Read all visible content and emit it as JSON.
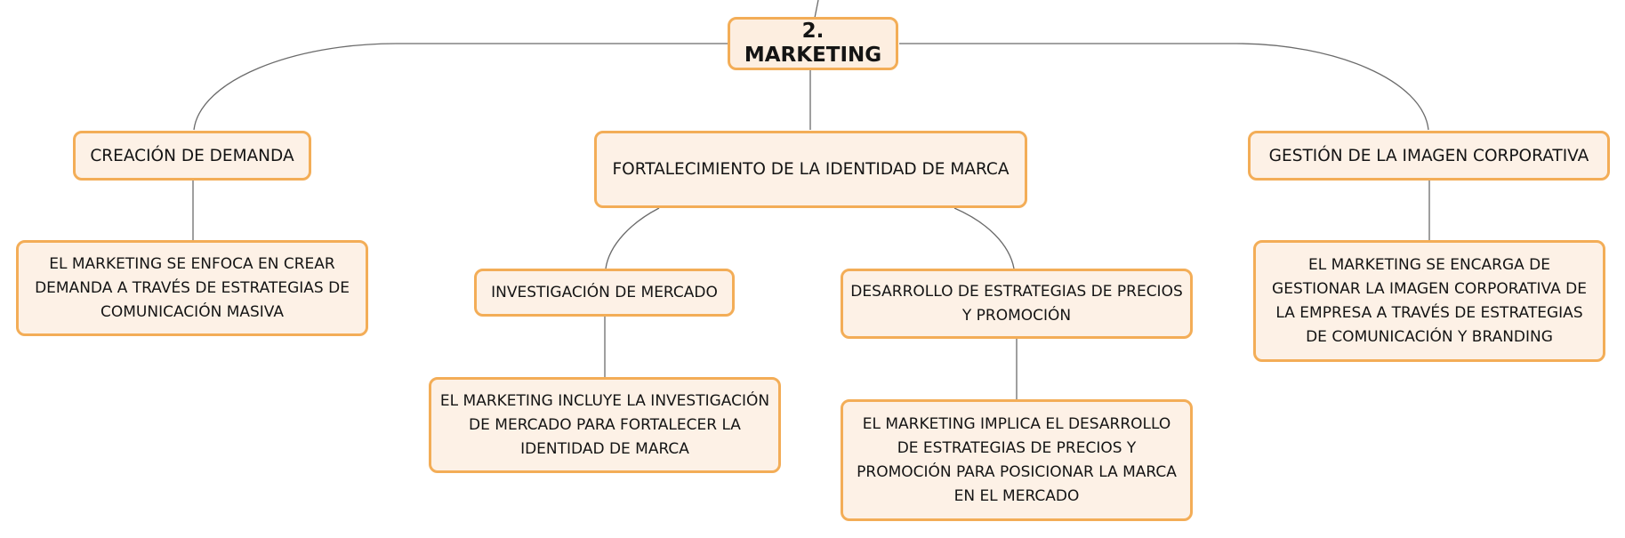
{
  "colors": {
    "node_border": "#f3ad57",
    "node_fill": "#fdf1e6",
    "connector": "#6b6b6b"
  },
  "nodes": {
    "root": "2. MARKETING",
    "demand": "CREACIÓN DE DEMANDA",
    "identity": "FORTALECIMIENTO DE LA IDENTIDAD DE MARCA",
    "image": "GESTIÓN DE LA IMAGEN CORPORATIVA",
    "demand_desc": "EL MARKETING SE ENFOCA EN CREAR DEMANDA A TRAVÉS DE ESTRATEGIAS DE COMUNICACIÓN MASIVA",
    "research": "INVESTIGACIÓN DE MERCADO",
    "pricing": "DESARROLLO DE ESTRATEGIAS DE PRECIOS Y PROMOCIÓN",
    "image_desc": "EL MARKETING SE ENCARGA DE GESTIONAR LA IMAGEN CORPORATIVA DE LA EMPRESA A TRAVÉS DE ESTRATEGIAS DE COMUNICACIÓN Y BRANDING",
    "research_desc": "EL MARKETING INCLUYE LA INVESTIGACIÓN DE MERCADO PARA FORTALECER LA IDENTIDAD DE MARCA",
    "pricing_desc": "EL MARKETING IMPLICA EL DESARROLLO DE ESTRATEGIAS DE PRECIOS Y PROMOCIÓN PARA POSICIONAR LA MARCA EN EL MERCADO"
  }
}
